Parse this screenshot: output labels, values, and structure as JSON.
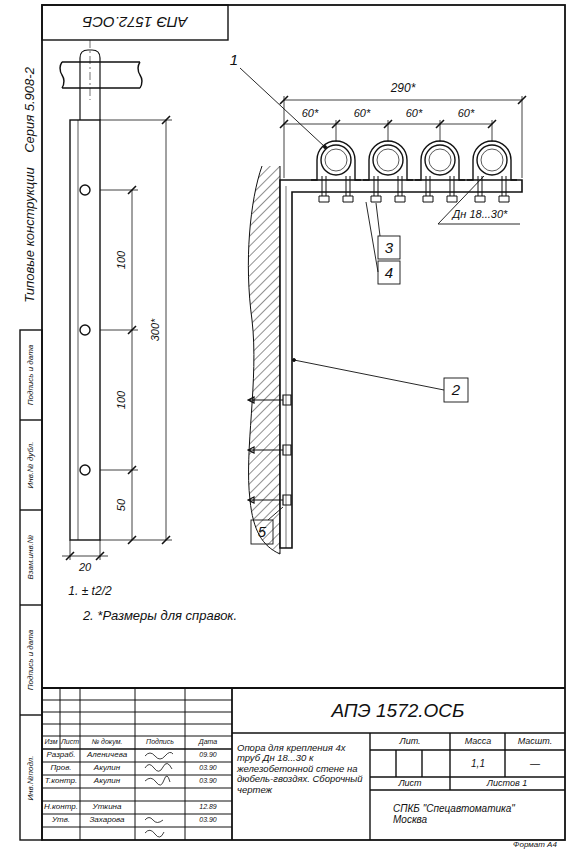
{
  "diagram": {
    "labels": [
      "АПЭ 1572.ОСБ",
      "Серия 5.908-2",
      "Типовые конструкции",
      "Подпись и дата",
      "Инв.№ дубл.",
      "Взам.инв.№",
      "Подпись и дата",
      "Инв.№подл.",
      "290*",
      "60*",
      "60*",
      "60*",
      "60*",
      "1",
      "2",
      "3",
      "4",
      "5",
      "Дн 18...30*",
      "100",
      "100",
      "50",
      "300*",
      "20",
      "1. ± t2/2",
      "2. *Размеры для справок.",
      "АПЭ 1572.ОСБ",
      "Опора для крепления 4х труб Дн 18...30 к железобетонной стене на дюбель-гвоздях. Сборочный чертеж",
      "Лит.",
      "Масса",
      "Масшт.",
      "1,1",
      "—",
      "Лист",
      "Листов 1",
      "СПКБ \"Спецавтоматика\" Москва",
      "Изм",
      "Лист",
      "№ докум.",
      "Подпись",
      "Дата",
      "Разраб.",
      "Аленичева",
      "09.90",
      "Пров.",
      "Акулин",
      "03.90",
      "Т.контр.",
      "Акулин",
      "03.90",
      "Н.контр.",
      "Уткина",
      "12.89",
      "Утв.",
      "Захарова",
      "03.90",
      "Формат А4"
    ]
  }
}
